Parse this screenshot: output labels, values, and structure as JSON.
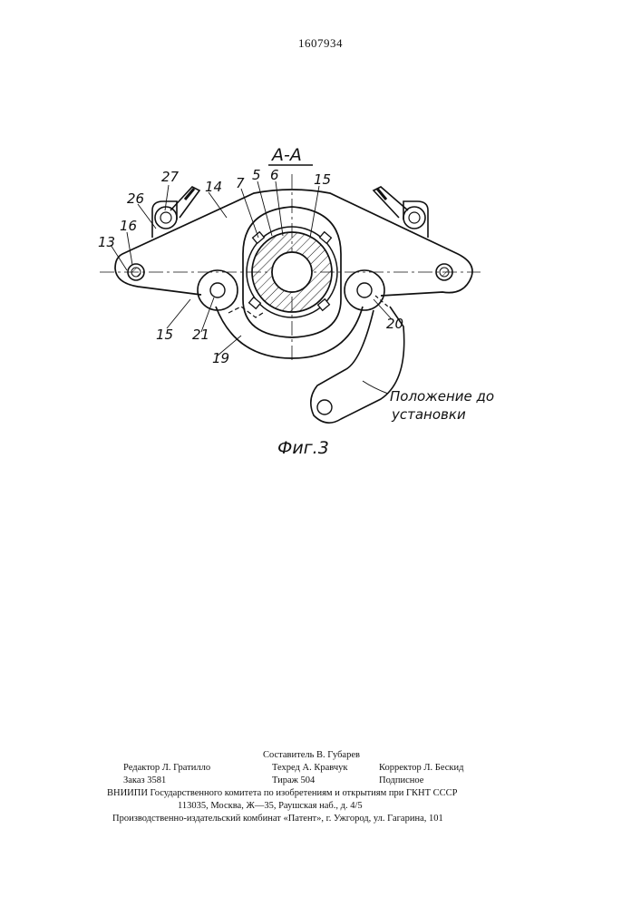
{
  "page_number": "1607934",
  "figure": {
    "section_label": "А-А",
    "caption": "Фиг.3",
    "callout_text": [
      "Положение до",
      "установки"
    ],
    "reference_numerals": {
      "n27": "27",
      "n26": "26",
      "n14": "14",
      "n7": "7",
      "n5": "5",
      "n6": "6",
      "n15_top": "15",
      "n16": "16",
      "n13": "13",
      "n15_bottom": "15",
      "n21": "21",
      "n19": "19",
      "n20": "20"
    }
  },
  "colophon": {
    "compiler": "Составитель В. Губарев",
    "editor": "Редактор Л. Гратилло",
    "techred": "Техред А. Кравчук",
    "corrector": "Корректор Л. Бескид",
    "order": "Заказ 3581",
    "circulation": "Тираж 504",
    "subscription": "Подписное",
    "institute": "ВНИИПИ Государственного комитета по изобретениям и открытиям при ГКНТ СССР",
    "address": "113035, Москва, Ж—35, Раушская наб., д. 4/5",
    "publisher": "Производственно-издательский комбинат «Патент», г. Ужгород, ул. Гагарина, 101"
  }
}
